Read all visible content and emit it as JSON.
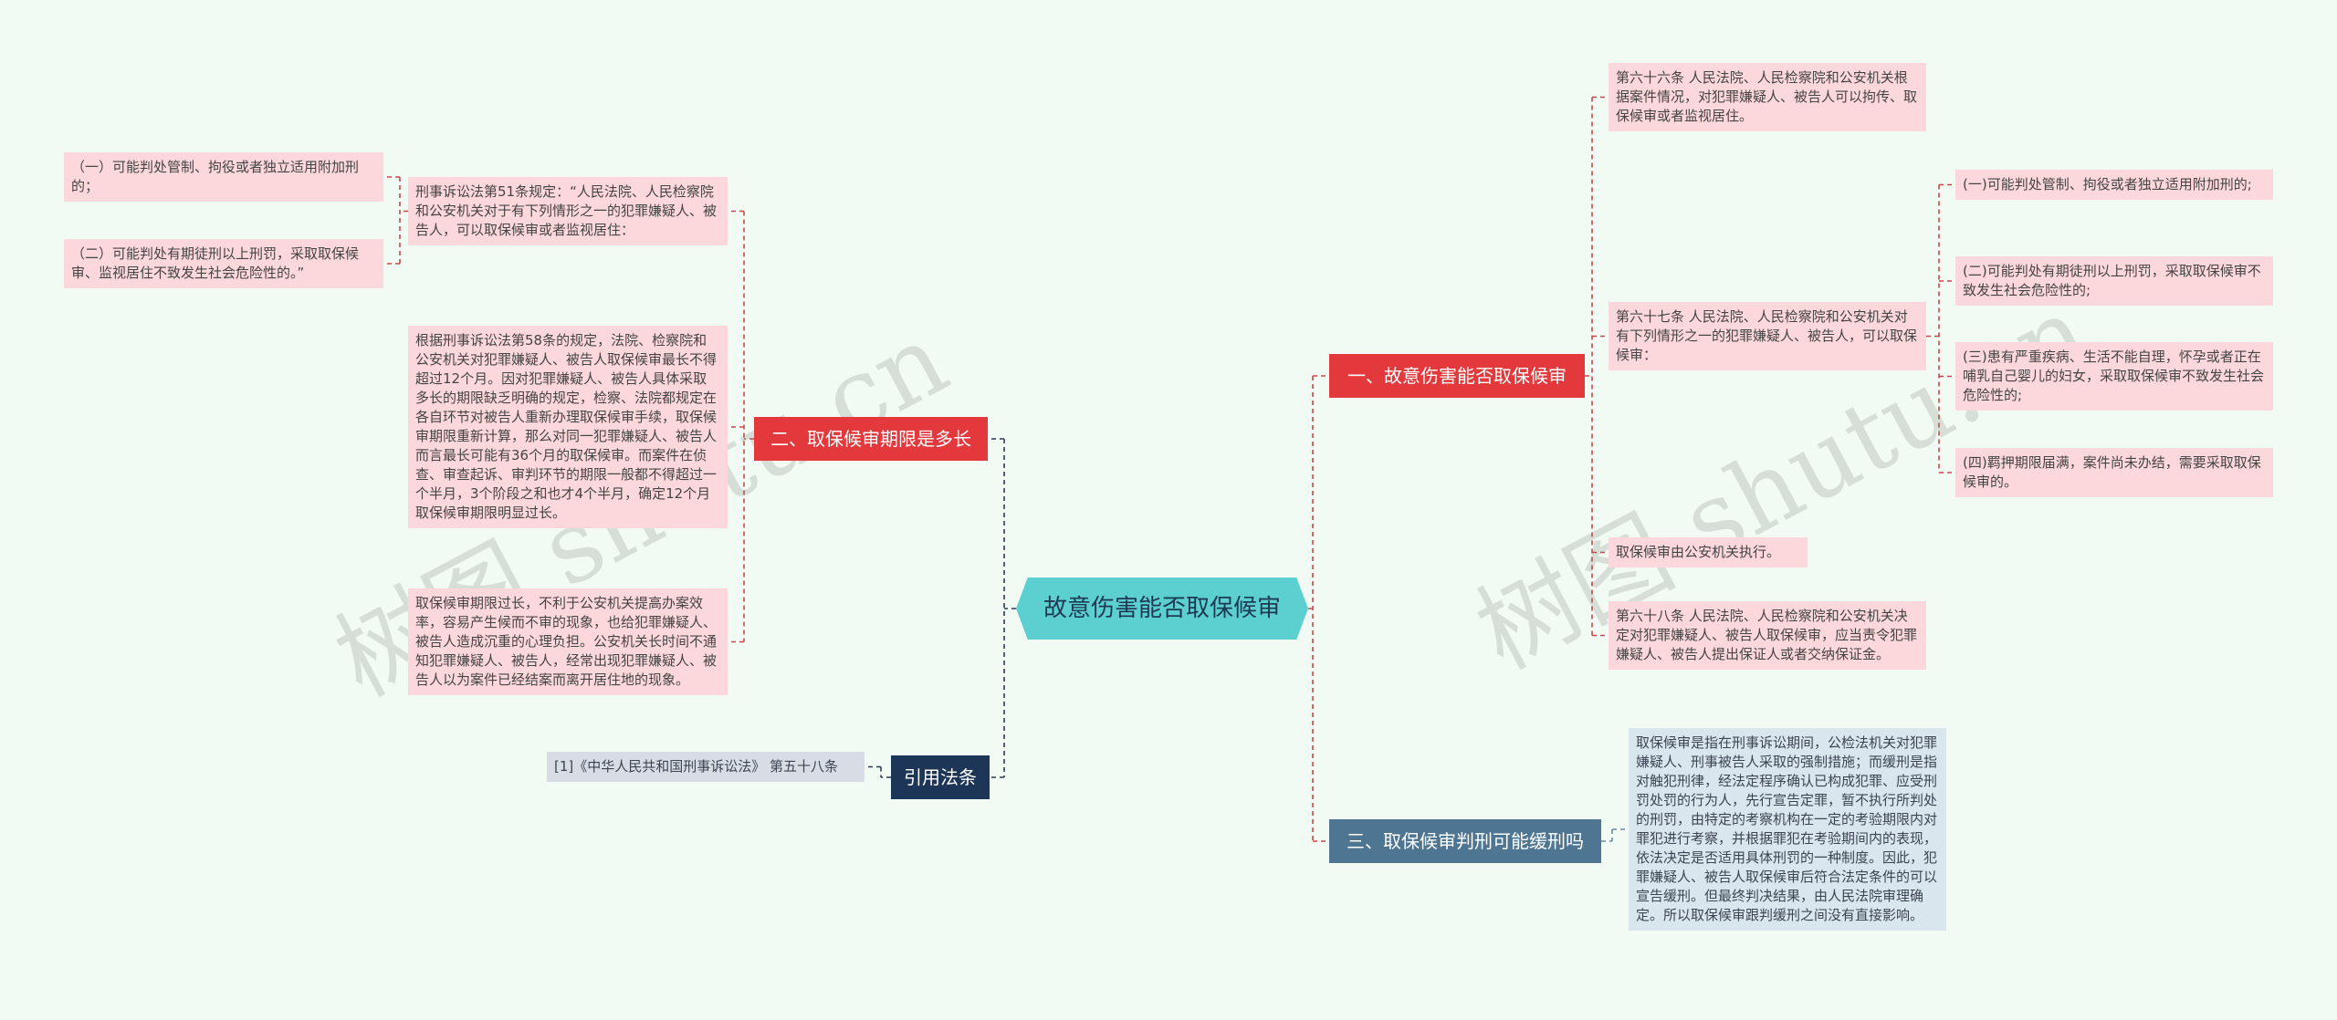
{
  "root": {
    "label": "故意伤害能否取保候审"
  },
  "branches": {
    "b1": {
      "label": "一、故意伤害能否取保候审"
    },
    "b2": {
      "label": "二、取保候审期限是多长"
    },
    "b3": {
      "label": "三、取保候审判刑可能缓刑吗"
    },
    "b4": {
      "label": "引用法条"
    }
  },
  "b1_items": {
    "a66": "第六十六条 人民法院、人民检察院和公安机关根据案件情况，对犯罪嫌疑人、被告人可以拘传、取保候审或者监视居住。",
    "a67": "第六十七条 人民法院、人民检察院和公安机关对有下列情形之一的犯罪嫌疑人、被告人，可以取保候审：",
    "a67_sub1": "(一)可能判处管制、拘役或者独立适用附加刑的;",
    "a67_sub2": "(二)可能判处有期徒刑以上刑罚，采取取保候审不致发生社会危险性的;",
    "a67_sub3": "(三)患有严重疾病、生活不能自理，怀孕或者正在哺乳自己婴儿的妇女，采取取保候审不致发生社会危险性的;",
    "a67_sub4": "(四)羁押期限届满，案件尚未办结，需要采取取保候审的。",
    "exec": "取保候审由公安机关执行。",
    "a68": "第六十八条 人民法院、人民检察院和公安机关决定对犯罪嫌疑人、被告人取保候审，应当责令犯罪嫌疑人、被告人提出保证人或者交纳保证金。"
  },
  "b2_items": {
    "art51": "刑事诉讼法第51条规定：“人民法院、人民检察院和公安机关对于有下列情形之一的犯罪嫌疑人、被告人，可以取保候审或者监视居住：",
    "art51_sub1": "（一）可能判处管制、拘役或者独立适用附加刑的；",
    "art51_sub2": "（二）可能判处有期徒刑以上刑罚，采取取保候审、监视居住不致发生社会危险性的。”",
    "art58": "根据刑事诉讼法第58条的规定，法院、检察院和公安机关对犯罪嫌疑人、被告人取保候审最长不得超过12个月。因对犯罪嫌疑人、被告人具体采取多长的期限缺乏明确的规定，检察、法院都规定在各自环节对被告人重新办理取保候审手续，取保候审期限重新计算，那么对同一犯罪嫌疑人、被告人而言最长可能有36个月的取保候审。而案件在侦查、审查起诉、审判环节的期限一般都不得超过一个半月，3个阶段之和也才4个半月，确定12个月取保候审期限明显过长。",
    "toolong": "取保候审期限过长，不利于公安机关提高办案效率，容易产生候而不审的现象，也给犯罪嫌疑人、被告人造成沉重的心理负担。公安机关长时间不通知犯罪嫌疑人、被告人，经常出现犯罪嫌疑人、被告人以为案件已经结案而离开居住地的现象。"
  },
  "b3_items": {
    "probation": "取保候审是指在刑事诉讼期间，公检法机关对犯罪嫌疑人、刑事被告人采取的强制措施；而缓刑是指对触犯刑律，经法定程序确认已构成犯罪、应受刑罚处罚的行为人，先行宣告定罪，暂不执行所判处的刑罚，由特定的考察机构在一定的考验期限内对罪犯进行考察，并根据罪犯在考验期间内的表现，依法决定是否适用具体刑罚的一种制度。因此，犯罪嫌疑人、被告人取保候审后符合法定条件的可以宣告缓刑。但最终判决结果，由人民法院审理确定。所以取保候审跟判缓刑之间没有直接影响。"
  },
  "b4_items": {
    "ref": "[1]《中华人民共和国刑事诉讼法》 第五十八条"
  },
  "watermarks": [
    "树图 shutu.cn",
    "树图 shutu.cn"
  ],
  "colors": {
    "background": "#f2fbf3",
    "root": "#5ccfd0",
    "branch_red": "#e4393c",
    "branch_navy": "#1d3557",
    "branch_slate": "#4e7591",
    "leaf_pink": "#fcd8dc",
    "leaf_gray": "#d8dde5",
    "leaf_blue": "#dae6ee",
    "link_red": "#c9474a",
    "link_navy": "#2b3b55",
    "link_slate": "#6b8aa3"
  }
}
